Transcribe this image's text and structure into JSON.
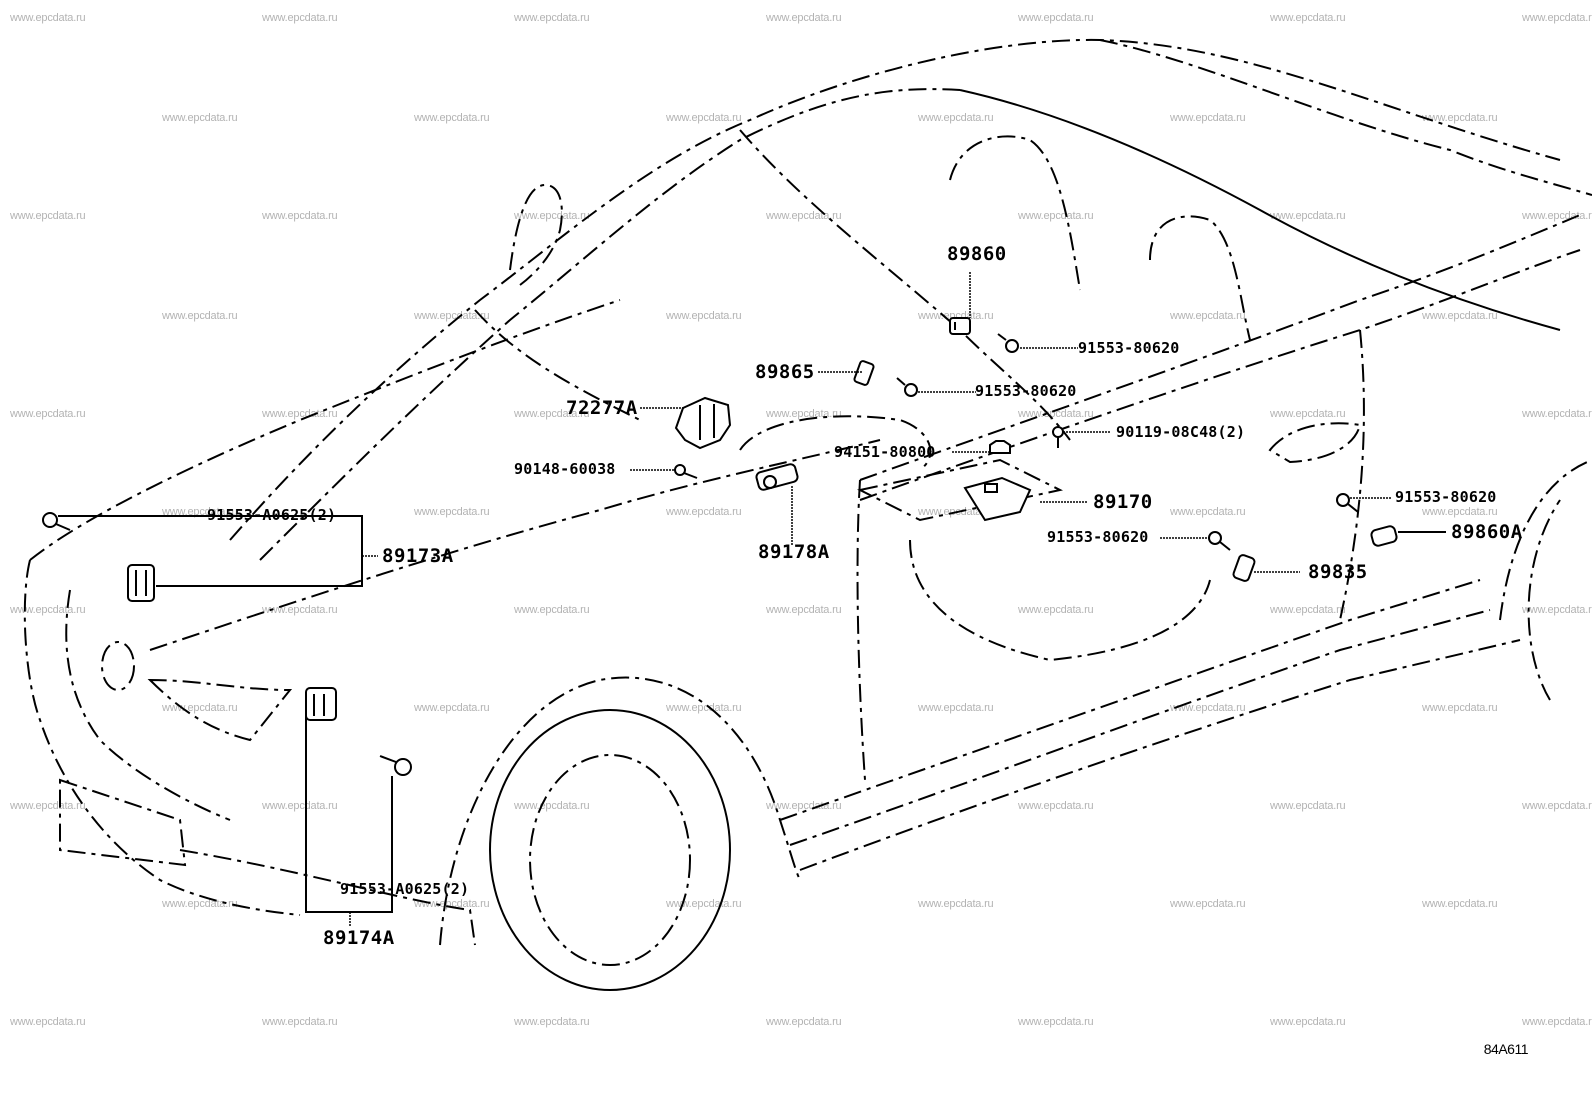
{
  "diagram": {
    "title": "Airbag sensor / SRS component location",
    "illustration_code": "84A611",
    "watermark": "www.epcdata.ru",
    "parts": [
      {
        "id": "89860",
        "label": "89860"
      },
      {
        "id": "91553-80620-a",
        "label": "91553-80620"
      },
      {
        "id": "89865",
        "label": "89865"
      },
      {
        "id": "91553-80620-b",
        "label": "91553-80620"
      },
      {
        "id": "72277A",
        "label": "72277A"
      },
      {
        "id": "90119-08C48",
        "label": "90119-08C48(2)"
      },
      {
        "id": "94151-80800",
        "label": "94151-80800"
      },
      {
        "id": "90148-60038",
        "label": "90148-60038"
      },
      {
        "id": "89170",
        "label": "89170"
      },
      {
        "id": "91553-80620-c",
        "label": "91553-80620"
      },
      {
        "id": "91553-80620-d",
        "label": "91553-80620"
      },
      {
        "id": "89860A",
        "label": "89860A"
      },
      {
        "id": "91553-A0625-a",
        "label": "91553-A0625(2)"
      },
      {
        "id": "89173A",
        "label": "89173A"
      },
      {
        "id": "89178A",
        "label": "89178A"
      },
      {
        "id": "89835",
        "label": "89835"
      },
      {
        "id": "91553-A0625-b",
        "label": "91553-A0625(2)"
      },
      {
        "id": "89174A",
        "label": "89174A"
      }
    ]
  }
}
